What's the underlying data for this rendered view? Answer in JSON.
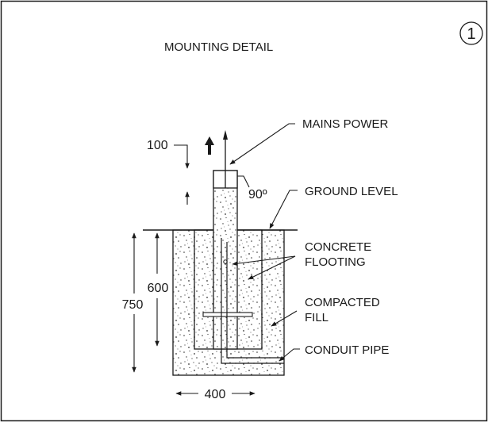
{
  "title": "MOUNTING DETAIL",
  "detail_number": "1",
  "labels": {
    "mains_power": "MAINS POWER",
    "ground_level": "GROUND LEVEL",
    "concrete_line1": "CONCRETE",
    "concrete_line2": "FLOOTING",
    "compacted_line1": "COMPACTED",
    "compacted_line2": "FILL",
    "conduit_pipe": "CONDUIT PIPE"
  },
  "dimensions": {
    "pole_extension": "100",
    "angle": "90º",
    "footing_depth": "600",
    "total_depth": "750",
    "width": "400"
  }
}
